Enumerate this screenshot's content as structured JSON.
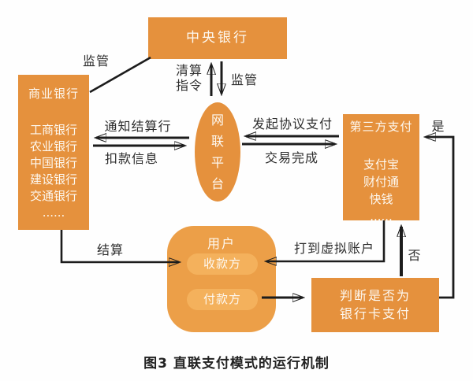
{
  "diagram": {
    "caption": "图3 直联支付模式的运行机制",
    "nodes": {
      "central_bank": {
        "label": "中央银行"
      },
      "commercial_bank": {
        "title": "商业银行",
        "banks": [
          "工商银行",
          "农业银行",
          "中国银行",
          "建设银行",
          "交通银行",
          "......"
        ]
      },
      "netsunion_platform": {
        "label": "网联平台"
      },
      "third_party": {
        "title": "第三方支付",
        "providers": [
          "支付宝",
          "财付通",
          "快钱",
          "......"
        ]
      },
      "user": {
        "title": "用户",
        "payee": "收款方",
        "payer": "付款方"
      },
      "decision": {
        "line1": "判断是否为",
        "line2": "银行卡支付"
      }
    },
    "edges": {
      "supervise_diagonal": "监管",
      "clearing_instruction": "清算指令",
      "supervise_vertical": "监管",
      "notify_settlement_bank": "通知结算行",
      "debit_info": "扣款信息",
      "initiate_protocol_payment": "发起协议支付",
      "transaction_complete": "交易完成",
      "yes": "是",
      "no": "否",
      "settlement": "结算",
      "to_virtual_account": "打到虚拟账户"
    },
    "colors": {
      "box_orange": "#E5913D",
      "user_orange": "#EC9F48",
      "pill_orange": "#F4B15C",
      "line": "#1c1c1c",
      "label_text": "#2d2d2d"
    }
  }
}
